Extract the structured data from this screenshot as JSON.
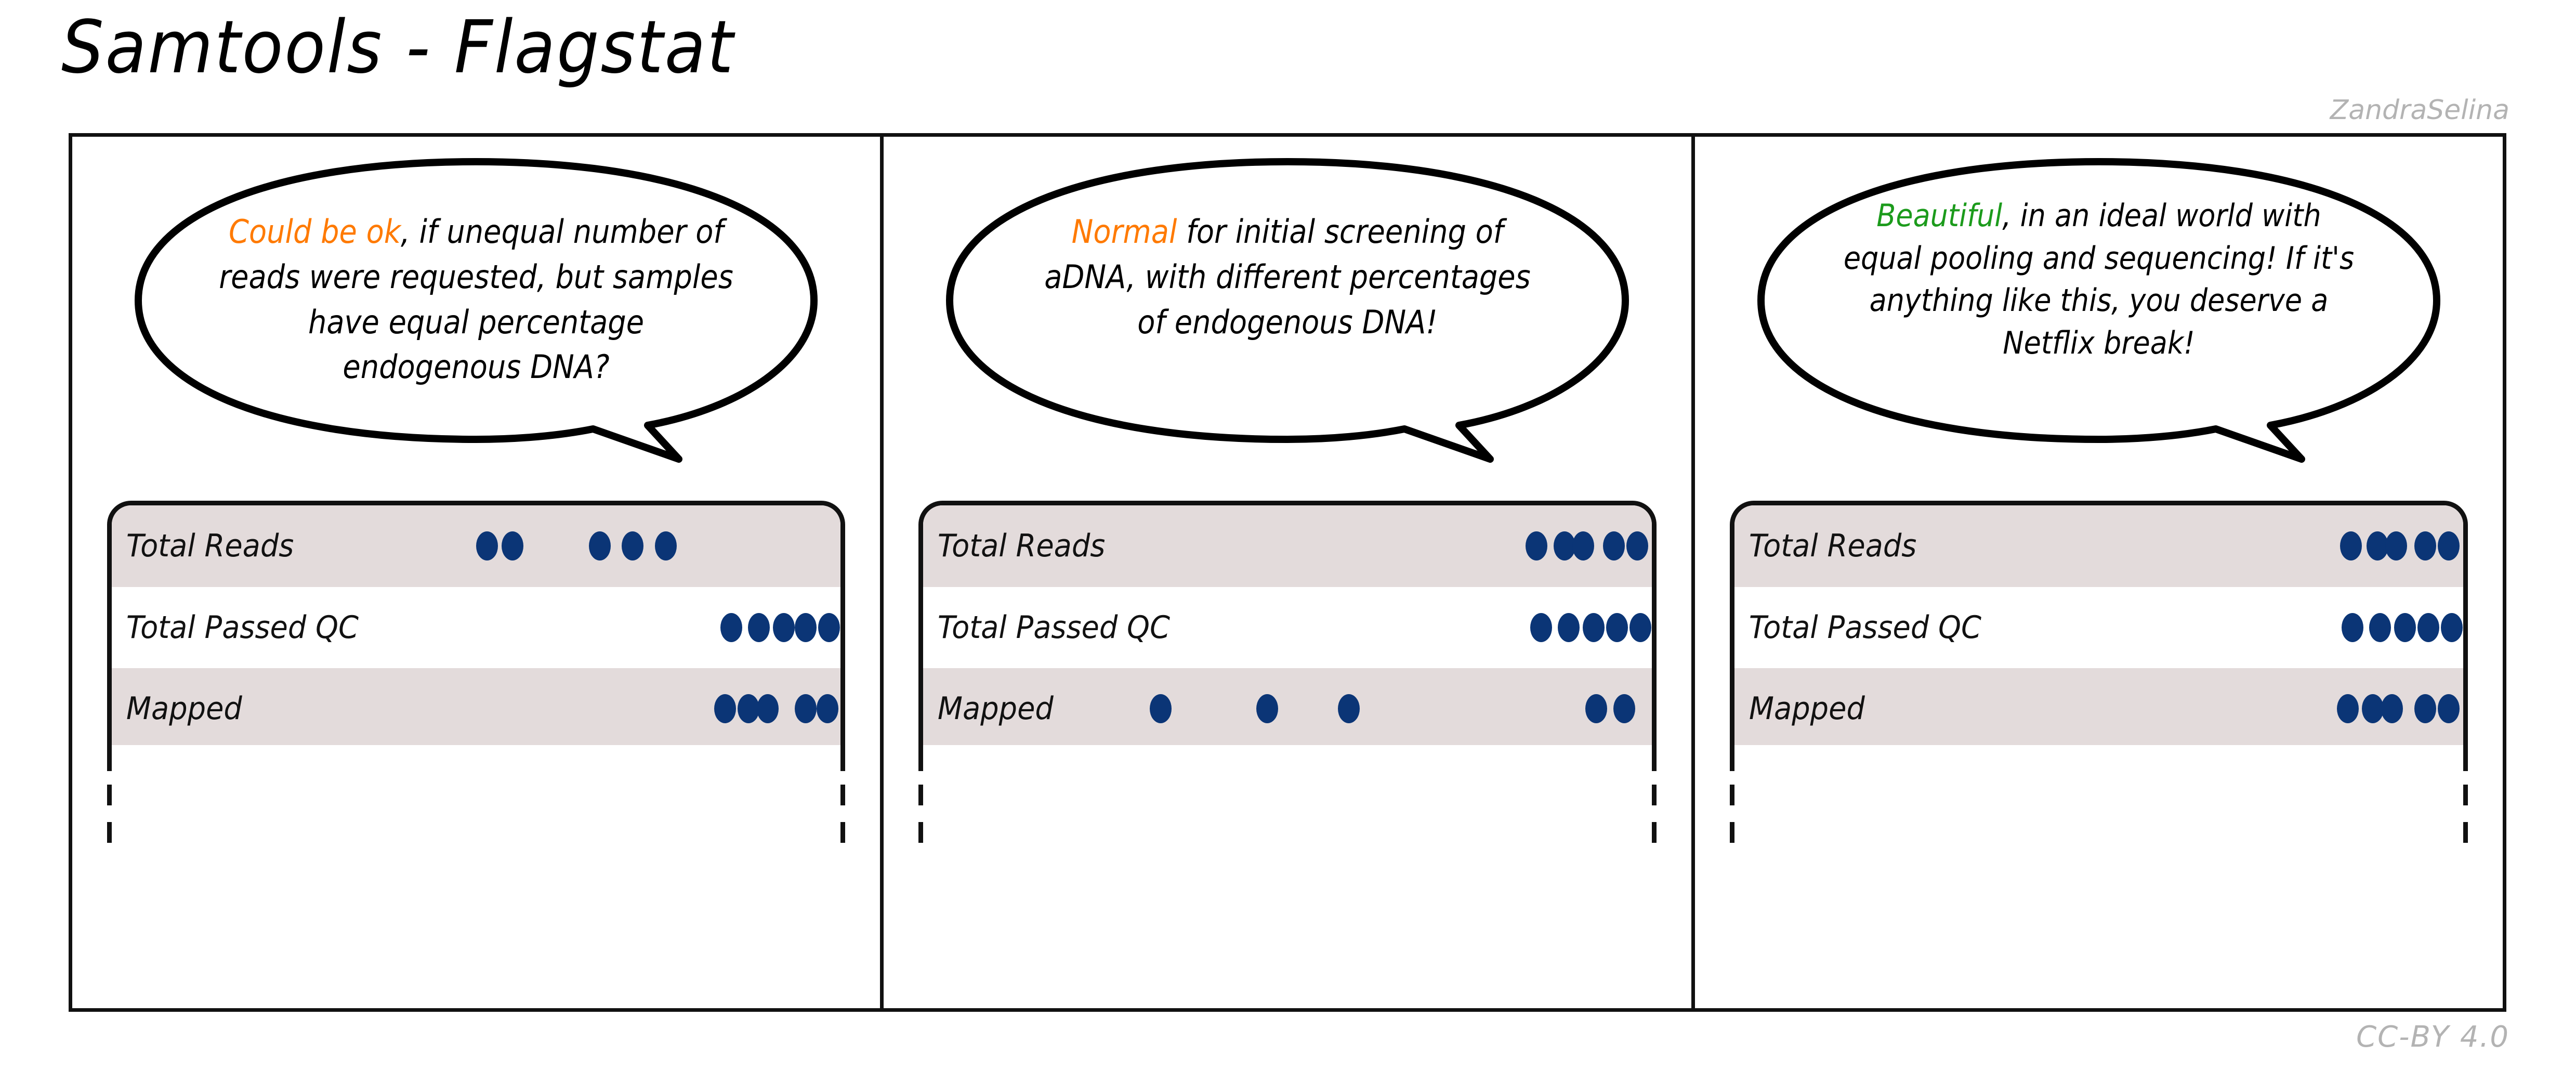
{
  "title": "Samtools - Flagstat",
  "credits": {
    "author": "ZandraSelina",
    "licence": "CC-BY 4.0"
  },
  "colors": {
    "dot": "#0B3576",
    "band": "#E3DBDB",
    "ink": "#111111",
    "highlight_warning": "#FF7A00",
    "highlight_good": "#1C9B1C",
    "credit_grey": "#B3B3B3"
  },
  "row_labels": [
    "Total Reads",
    "Total Passed QC",
    "Mapped"
  ],
  "panels": [
    {
      "id": "panel-1",
      "bubble": {
        "highlight": "Could be ok",
        "highlight_color": "#FF7A00",
        "rest": ", if unequal number of reads were requested, but samples have equal percentage endogenous DNA?",
        "full_text": "Could be ok, if unequal number of reads were requested, but samples have equal percentage endogenous DNA?",
        "lines": [
          "Could be ok, if unequal",
          "number of reads were requested,",
          "but samples have equal percentage",
          "endogenous DNA?"
        ]
      },
      "rows": [
        {
          "label": "Total Reads",
          "banded": true,
          "dots": [
            51.5,
            55.0,
            67.0,
            71.5,
            76.0
          ]
        },
        {
          "label": "Total Passed QC",
          "banded": false,
          "dots": [
            85.0,
            88.8,
            92.2,
            95.2,
            98.4
          ]
        },
        {
          "label": "Mapped",
          "banded": true,
          "dots": [
            84.2,
            87.4,
            90.0,
            95.2,
            98.2
          ]
        }
      ]
    },
    {
      "id": "panel-2",
      "bubble": {
        "highlight": "Normal",
        "highlight_color": "#FF7A00",
        "rest": " for initial screening of aDNA, with different percentages of endogenous DNA!",
        "full_text": "Normal for initial screening of aDNA, with different percentages of endogenous DNA!",
        "lines": [
          "Normal for initial screening of",
          "aDNA, with different percentages",
          "of endogenous DNA!"
        ]
      },
      "rows": [
        {
          "label": "Total Reads",
          "banded": true,
          "dots": [
            84.2,
            88.0,
            90.6,
            94.8,
            98.0
          ]
        },
        {
          "label": "Total Passed QC",
          "banded": false,
          "dots": [
            84.8,
            88.6,
            92.0,
            95.2,
            98.4
          ]
        },
        {
          "label": "Mapped",
          "banded": true,
          "dots": [
            32.6,
            47.2,
            58.4,
            92.4,
            96.2
          ]
        }
      ]
    },
    {
      "id": "panel-3",
      "bubble": {
        "highlight": "Beautiful",
        "highlight_color": "#1C9B1C",
        "rest": ", in an ideal world with equal pooling and sequencing! If it's anything like this, you deserve a Netflix break!",
        "full_text": "Beautiful, in an ideal world with equal pooling and sequencing! If it's anything like this, you deserve a Netflix break!",
        "lines": [
          "Beautiful, in an ideal world",
          "with equal pooling and sequencing!",
          "If it's anything like this, you",
          "deserve a Netflix break!"
        ]
      },
      "rows": [
        {
          "label": "Total Reads",
          "banded": true,
          "dots": [
            84.6,
            88.2,
            90.8,
            94.8,
            98.0
          ]
        },
        {
          "label": "Total Passed QC",
          "banded": false,
          "dots": [
            84.8,
            88.6,
            92.0,
            95.2,
            98.4
          ]
        },
        {
          "label": "Mapped",
          "banded": true,
          "dots": [
            84.2,
            87.6,
            90.2,
            94.8,
            98.0
          ]
        }
      ]
    }
  ],
  "chart_data": {
    "type": "scatter",
    "title": "Samtools - Flagstat",
    "description": "MultiQC-style beeswarm rows; each dot is one sample positioned along a horizontal 0-100% axis.",
    "categories": [
      "Total Reads",
      "Total Passed QC",
      "Mapped"
    ],
    "xlabel": "",
    "ylabel": "",
    "xlim": [
      0,
      100
    ],
    "grid": false,
    "legend": "none",
    "panels": [
      {
        "name": "panel-1",
        "annotation": "Could be ok, if unequal number of reads were requested, but samples have equal percentage endogenous DNA?",
        "series": [
          {
            "name": "Total Reads",
            "values": [
              51.5,
              55.0,
              67.0,
              71.5,
              76.0
            ]
          },
          {
            "name": "Total Passed QC",
            "values": [
              85.0,
              88.8,
              92.2,
              95.2,
              98.4
            ]
          },
          {
            "name": "Mapped",
            "values": [
              84.2,
              87.4,
              90.0,
              95.2,
              98.2
            ]
          }
        ]
      },
      {
        "name": "panel-2",
        "annotation": "Normal for initial screening of aDNA, with different percentages of endogenous DNA!",
        "series": [
          {
            "name": "Total Reads",
            "values": [
              84.2,
              88.0,
              90.6,
              94.8,
              98.0
            ]
          },
          {
            "name": "Total Passed QC",
            "values": [
              84.8,
              88.6,
              92.0,
              95.2,
              98.4
            ]
          },
          {
            "name": "Mapped",
            "values": [
              32.6,
              47.2,
              58.4,
              92.4,
              96.2
            ]
          }
        ]
      },
      {
        "name": "panel-3",
        "annotation": "Beautiful, in an ideal world with equal pooling and sequencing! If it's anything like this, you deserve a Netflix break!",
        "series": [
          {
            "name": "Total Reads",
            "values": [
              84.6,
              88.2,
              90.8,
              94.8,
              98.0
            ]
          },
          {
            "name": "Total Passed QC",
            "values": [
              84.8,
              88.6,
              92.0,
              95.2,
              98.4
            ]
          },
          {
            "name": "Mapped",
            "values": [
              84.2,
              87.6,
              90.2,
              94.8,
              98.0
            ]
          }
        ]
      }
    ]
  }
}
